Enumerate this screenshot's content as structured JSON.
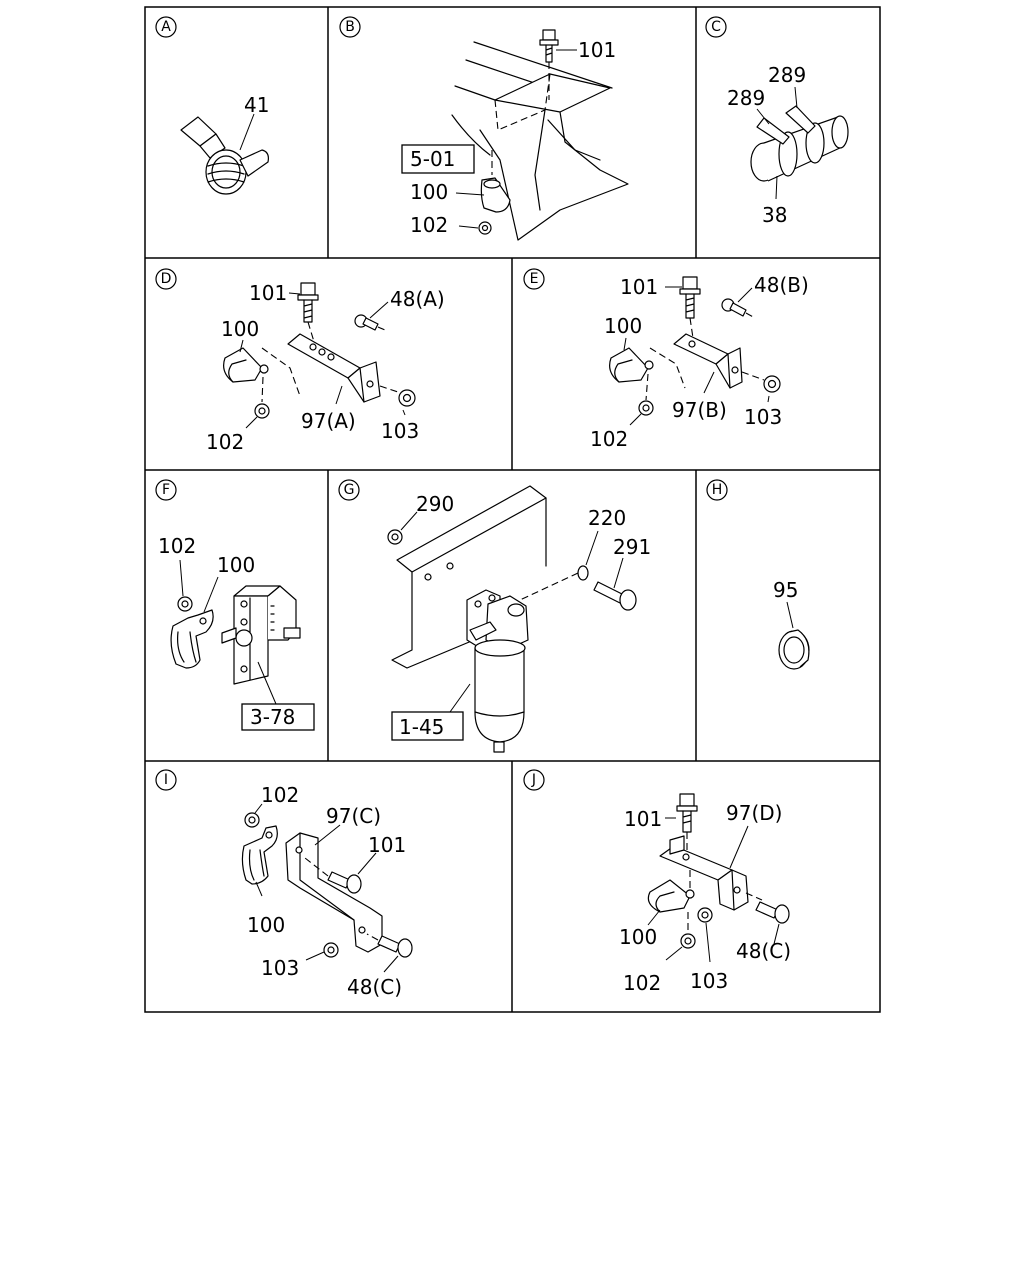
{
  "panels": [
    {
      "letter": "A",
      "labels": [
        "41"
      ]
    },
    {
      "letter": "B",
      "labels": [
        "101",
        "100",
        "102"
      ],
      "refs": [
        "5-01"
      ]
    },
    {
      "letter": "C",
      "labels": [
        "289",
        "289",
        "38"
      ]
    },
    {
      "letter": "D",
      "labels": [
        "101",
        "48(A)",
        "100",
        "97(A)",
        "102",
        "103"
      ]
    },
    {
      "letter": "E",
      "labels": [
        "101",
        "48(B)",
        "100",
        "97(B)",
        "102",
        "103"
      ]
    },
    {
      "letter": "F",
      "labels": [
        "102",
        "100"
      ],
      "refs": [
        "3-78"
      ]
    },
    {
      "letter": "G",
      "labels": [
        "290",
        "220",
        "291"
      ],
      "refs": [
        "1-45"
      ]
    },
    {
      "letter": "H",
      "labels": [
        "95"
      ]
    },
    {
      "letter": "I",
      "labels": [
        "102",
        "97(C)",
        "101",
        "100",
        "103",
        "48(C)"
      ]
    },
    {
      "letter": "J",
      "labels": [
        "101",
        "97(D)",
        "100",
        "48(C)",
        "102",
        "103"
      ]
    }
  ]
}
